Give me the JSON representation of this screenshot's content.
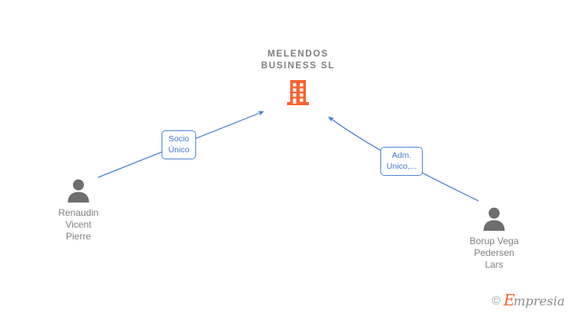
{
  "diagram": {
    "type": "org-relationship-graph",
    "background_color": "#ffffff",
    "company": {
      "name": "MELENDOS\nBUSINESS SL",
      "icon": "building-icon",
      "icon_color": "#f96332"
    },
    "people": [
      {
        "id": "person-left",
        "name": "Renaudin\nVicent\nPierre",
        "icon": "person-icon",
        "icon_color": "#6e6e6e"
      },
      {
        "id": "person-right",
        "name": "Borup Vega\nPedersen\nLars",
        "icon": "person-icon",
        "icon_color": "#6e6e6e"
      }
    ],
    "relations": [
      {
        "id": "relation-socio-unico",
        "label": "Socio\nÚnico",
        "from": "person-left",
        "to": "company",
        "line_color": "#3f7ad0"
      },
      {
        "id": "relation-adm-unico",
        "label": "Adm.\nUnico,...",
        "from": "person-right",
        "to": "company",
        "line_color": "#3f7ad0"
      }
    ]
  },
  "watermark": {
    "copyright": "©",
    "brand_initial": "E",
    "brand_rest": "mpresia"
  }
}
